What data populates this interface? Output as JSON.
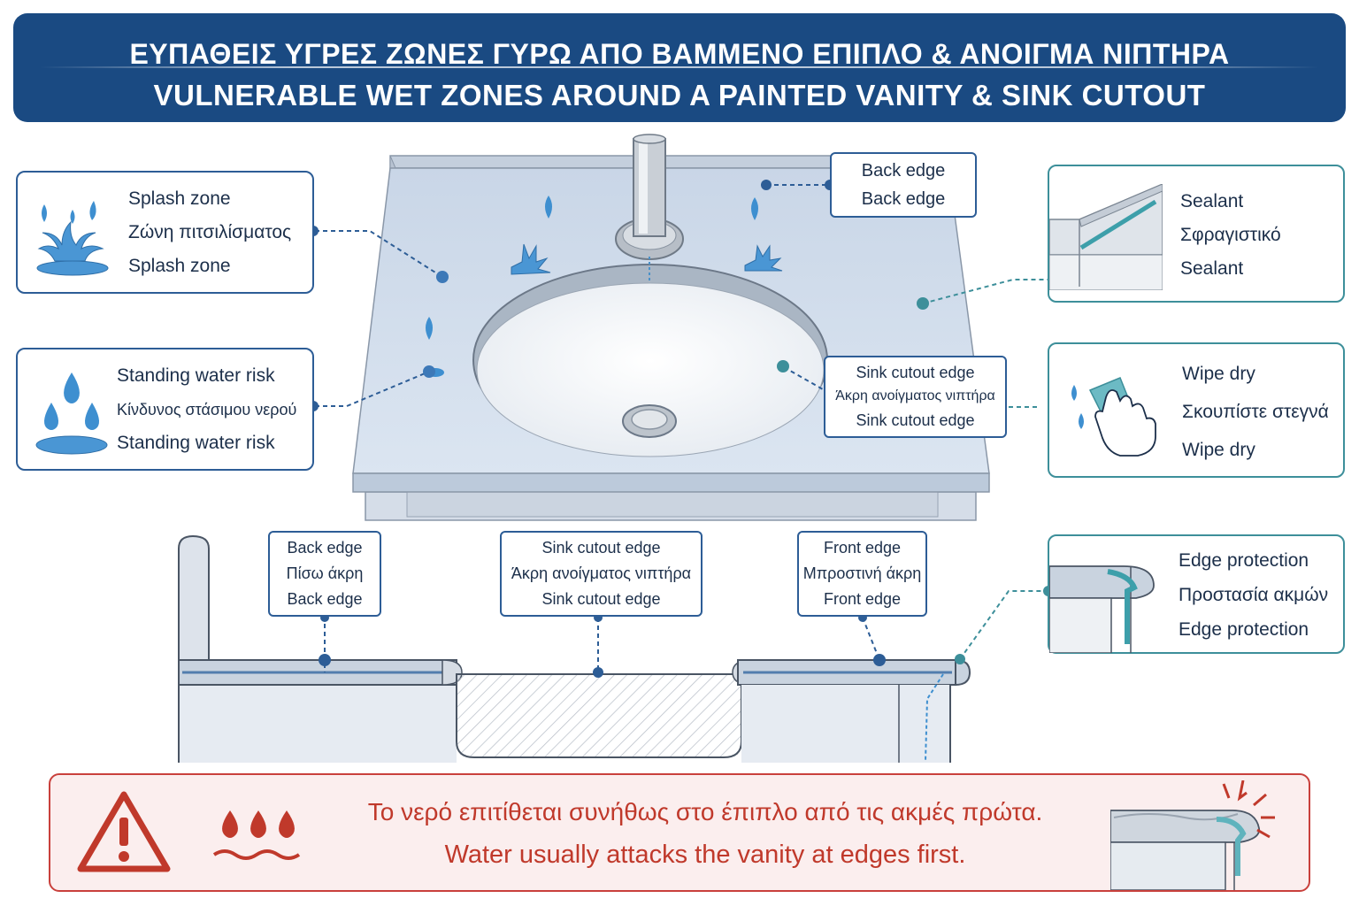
{
  "header": {
    "title_greek": "ΕΥΠΑΘΕΙΣ ΥΓΡΕΣ ΖΩΝΕΣ ΓΥΡΩ ΑΠΟ ΒΑΜΜΕΝΟ ΕΠΙΠΛΟ & ΑΝΟΙΓΜΑ ΝΙΠΤΗΡΑ",
    "title_english": "VULNERABLE WET ZONES AROUND A PAINTED VANITY & SINK CUTOUT"
  },
  "left_cards": {
    "splash": {
      "line1": "Splash zone",
      "line2": "Ζώνη πιτσιλίσματος",
      "line3": "Splash zone",
      "icon": "splash-icon"
    },
    "standing": {
      "line1": "Standing water risk",
      "line2": "Κίνδυνος στάσιμου νερού",
      "line3": "Standing water risk",
      "icon": "water-drops-icon"
    }
  },
  "right_cards": {
    "sealant": {
      "line1": "Sealant",
      "line2": "Σφραγιστικό",
      "line3": "Sealant",
      "icon": "sealant-corner-icon"
    },
    "wipe": {
      "line1": "Wipe dry",
      "line2": "Σκουπίστε στεγνά",
      "line3": "Wipe dry",
      "icon": "hand-cloth-icon"
    },
    "edge_protection": {
      "line1": "Edge protection",
      "line2": "Προστασία ακμών",
      "line3": "Edge protection",
      "icon": "edge-profile-icon"
    }
  },
  "top_labels": {
    "back_edge": {
      "line1": "Back edge",
      "line2": "Back edge"
    },
    "sink_cutout": {
      "line1": "Sink cutout edge",
      "line2": "Άκρη ανοίγματος νιπτήρα",
      "line3": "Sink cutout edge"
    }
  },
  "section_labels": {
    "back": {
      "line1": "Back edge",
      "line2": "Πίσω άκρη",
      "line3": "Back edge"
    },
    "cutout": {
      "line1": "Sink cutout edge",
      "line2": "Άκρη ανοίγματος νιπτήρα",
      "line3": "Sink cutout edge"
    },
    "front": {
      "line1": "Front edge",
      "line2": "Μπροστινή άκρη",
      "line3": "Front edge"
    }
  },
  "warning": {
    "line_greek": "Το νερό επιτίθεται συνήθως στο έπιπλο από τις ακμές πρώτα.",
    "line_english": "Water usually attacks the vanity at edges first.",
    "icons": [
      "warning-triangle-icon",
      "water-drops-icon",
      "damaged-edge-icon"
    ]
  },
  "colors": {
    "header_bg": "#1a4a82",
    "card_border_blue": "#2d5d96",
    "card_border_teal": "#3d8f9a",
    "warning_red": "#c0392b",
    "water_blue": "#3e8fd0",
    "countertop": "#d3dfee"
  }
}
